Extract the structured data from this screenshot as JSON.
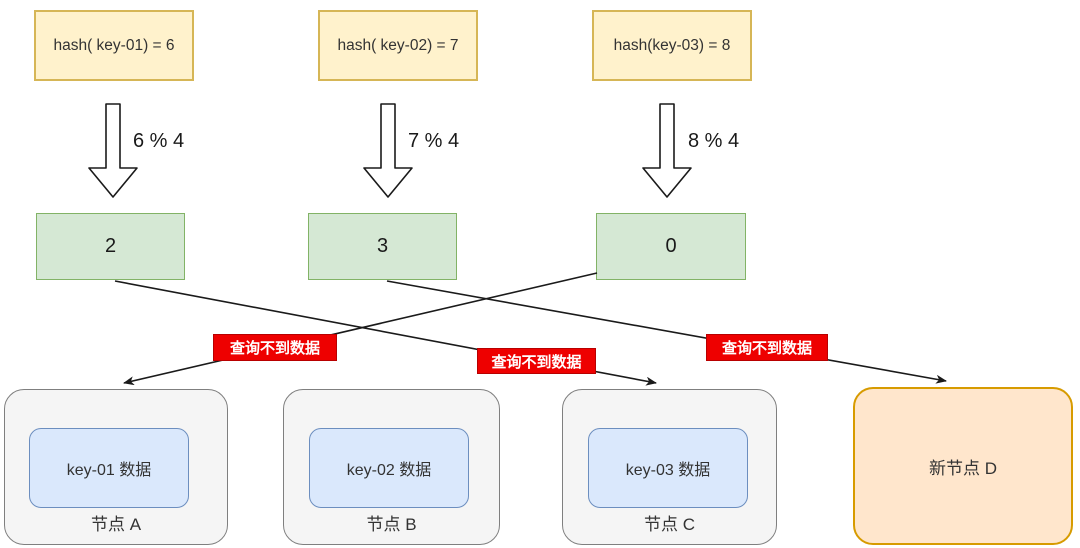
{
  "title": "hash modulo rehash problem diagram",
  "colors": {
    "hash_box_fill": "#FFF2CC",
    "hash_box_border": "#D6B656",
    "result_box_fill": "#D5E8D4",
    "result_box_border": "#82B366",
    "node_fill": "#F5F5F5",
    "node_border": "#7F7F7F",
    "data_box_fill": "#DAE8FC",
    "data_box_border": "#6C8EBF",
    "new_node_fill": "#FFE6CC",
    "new_node_border": "#D79B00",
    "error_badge_fill": "#EE0000",
    "error_badge_text": "#FFFFFF"
  },
  "hash_boxes": [
    {
      "label": "hash( key-01) = 6"
    },
    {
      "label": "hash( key-02) = 7"
    },
    {
      "label": "hash(key-03) = 8"
    }
  ],
  "mod_labels": [
    {
      "label": "6 % 4"
    },
    {
      "label": "7 % 4"
    },
    {
      "label": "8 % 4"
    }
  ],
  "result_boxes": [
    {
      "value": "2"
    },
    {
      "value": "3"
    },
    {
      "value": "0"
    }
  ],
  "error_labels": [
    {
      "label": "查询不到数据"
    },
    {
      "label": "查询不到数据"
    },
    {
      "label": "查询不到数据"
    }
  ],
  "nodes": [
    {
      "data_label": "key-01 数据",
      "name": "节点 A"
    },
    {
      "data_label": "key-02 数据",
      "name": "节点 B"
    },
    {
      "data_label": "key-03 数据",
      "name": "节点 C"
    }
  ],
  "new_node": {
    "name": "新节点 D"
  }
}
